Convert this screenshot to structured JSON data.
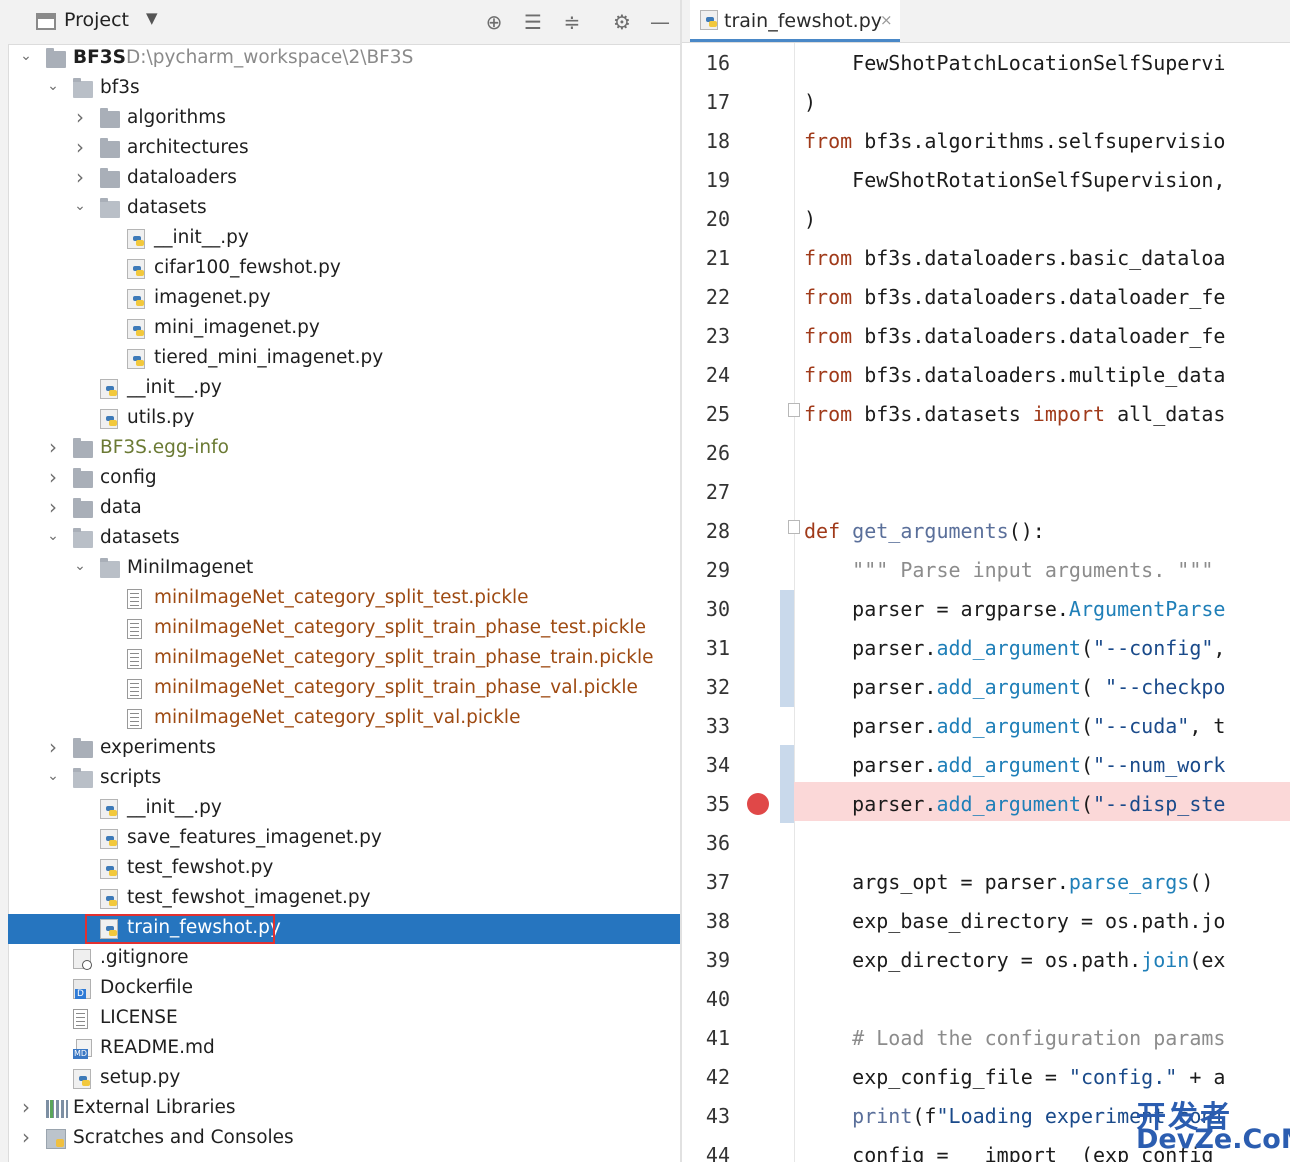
{
  "project_panel": {
    "title": "Project",
    "toolbar_icons": [
      "locate-icon",
      "expand-all-icon",
      "collapse-all-icon",
      "gear-icon",
      "minimize-icon"
    ],
    "root": {
      "name": "BF3S",
      "path": "D:\\pycharm_workspace\\2\\BF3S"
    },
    "tree": [
      {
        "label": "bf3s",
        "kind": "folder",
        "expanded": true
      },
      {
        "label": "algorithms",
        "kind": "folder",
        "expanded": false
      },
      {
        "label": "architectures",
        "kind": "folder",
        "expanded": false
      },
      {
        "label": "dataloaders",
        "kind": "folder",
        "expanded": false
      },
      {
        "label": "datasets",
        "kind": "folder",
        "expanded": true
      },
      {
        "label": "__init__.py",
        "kind": "python"
      },
      {
        "label": "cifar100_fewshot.py",
        "kind": "python"
      },
      {
        "label": "imagenet.py",
        "kind": "python"
      },
      {
        "label": "mini_imagenet.py",
        "kind": "python"
      },
      {
        "label": "tiered_mini_imagenet.py",
        "kind": "python"
      },
      {
        "label": "__init__.py",
        "kind": "python"
      },
      {
        "label": "utils.py",
        "kind": "python"
      },
      {
        "label": "BF3S.egg-info",
        "kind": "folder",
        "expanded": false
      },
      {
        "label": "config",
        "kind": "folder",
        "expanded": false
      },
      {
        "label": "data",
        "kind": "folder",
        "expanded": false
      },
      {
        "label": "datasets",
        "kind": "folder",
        "expanded": true
      },
      {
        "label": "MiniImagenet",
        "kind": "folder",
        "expanded": true
      },
      {
        "label": "miniImageNet_category_split_test.pickle",
        "kind": "pickle"
      },
      {
        "label": "miniImageNet_category_split_train_phase_test.pickle",
        "kind": "pickle"
      },
      {
        "label": "miniImageNet_category_split_train_phase_train.pickle",
        "kind": "pickle"
      },
      {
        "label": "miniImageNet_category_split_train_phase_val.pickle",
        "kind": "pickle"
      },
      {
        "label": "miniImageNet_category_split_val.pickle",
        "kind": "pickle"
      },
      {
        "label": "experiments",
        "kind": "folder",
        "expanded": false
      },
      {
        "label": "scripts",
        "kind": "folder",
        "expanded": true
      },
      {
        "label": "__init__.py",
        "kind": "python"
      },
      {
        "label": "save_features_imagenet.py",
        "kind": "python"
      },
      {
        "label": "test_fewshot.py",
        "kind": "python"
      },
      {
        "label": "test_fewshot_imagenet.py",
        "kind": "python"
      },
      {
        "label": "train_fewshot.py",
        "kind": "python",
        "selected": true
      },
      {
        "label": ".gitignore",
        "kind": "git"
      },
      {
        "label": "Dockerfile",
        "kind": "docker"
      },
      {
        "label": "LICENSE",
        "kind": "text"
      },
      {
        "label": "README.md",
        "kind": "markdown"
      },
      {
        "label": "setup.py",
        "kind": "python"
      },
      {
        "label": "External Libraries",
        "kind": "libraries"
      },
      {
        "label": "Scratches and Consoles",
        "kind": "scratches"
      }
    ]
  },
  "editor": {
    "tab_label": "train_fewshot.py",
    "tab_close": "×",
    "breakpoint_line": 35,
    "lines": [
      {
        "n": "16",
        "text": "    FewShotPatchLocationSelfSupervi"
      },
      {
        "n": "17",
        "text": ")"
      },
      {
        "n": "18",
        "text": "from bf3s.algorithms.selfsupervisio"
      },
      {
        "n": "19",
        "text": "    FewShotRotationSelfSupervision,"
      },
      {
        "n": "20",
        "text": ")"
      },
      {
        "n": "21",
        "text": "from bf3s.dataloaders.basic_dataloa"
      },
      {
        "n": "22",
        "text": "from bf3s.dataloaders.dataloader_fe"
      },
      {
        "n": "23",
        "text": "from bf3s.dataloaders.dataloader_fe"
      },
      {
        "n": "24",
        "text": "from bf3s.dataloaders.multiple_data"
      },
      {
        "n": "25",
        "text": "from bf3s.datasets import all_datas"
      },
      {
        "n": "26",
        "text": ""
      },
      {
        "n": "27",
        "text": ""
      },
      {
        "n": "28",
        "text": "def get_arguments():"
      },
      {
        "n": "29",
        "text": "    \"\"\" Parse input arguments. \"\"\""
      },
      {
        "n": "30",
        "text": "    parser = argparse.ArgumentParse"
      },
      {
        "n": "31",
        "text": "    parser.add_argument(\"--config\","
      },
      {
        "n": "32",
        "text": "    parser.add_argument( \"--checkpo"
      },
      {
        "n": "33",
        "text": "    parser.add_argument(\"--cuda\", t"
      },
      {
        "n": "34",
        "text": "    parser.add_argument(\"--num_work"
      },
      {
        "n": "35",
        "text": "    parser.add_argument(\"--disp_ste"
      },
      {
        "n": "36",
        "text": ""
      },
      {
        "n": "37",
        "text": "    args_opt = parser.parse_args()"
      },
      {
        "n": "38",
        "text": "    exp_base_directory = os.path.jo"
      },
      {
        "n": "39",
        "text": "    exp_directory = os.path.join(ex"
      },
      {
        "n": "40",
        "text": ""
      },
      {
        "n": "41",
        "text": "    # Load the configuration params"
      },
      {
        "n": "42",
        "text": "    exp_config_file = \"config.\" + a"
      },
      {
        "n": "43",
        "text": "    print(f\"Loading experiment conf"
      },
      {
        "n": "44",
        "text": "    config = __import__(exp_config"
      }
    ]
  },
  "watermark": {
    "line1": "开发者",
    "line2": "DevZe.CoM"
  },
  "colors": {
    "selection": "#2675bf",
    "breakpoint": "#e04848",
    "breakpoint_line": "#fbd8d8",
    "pickle_text": "#9e4a12",
    "egg_text": "#6b7a34"
  }
}
